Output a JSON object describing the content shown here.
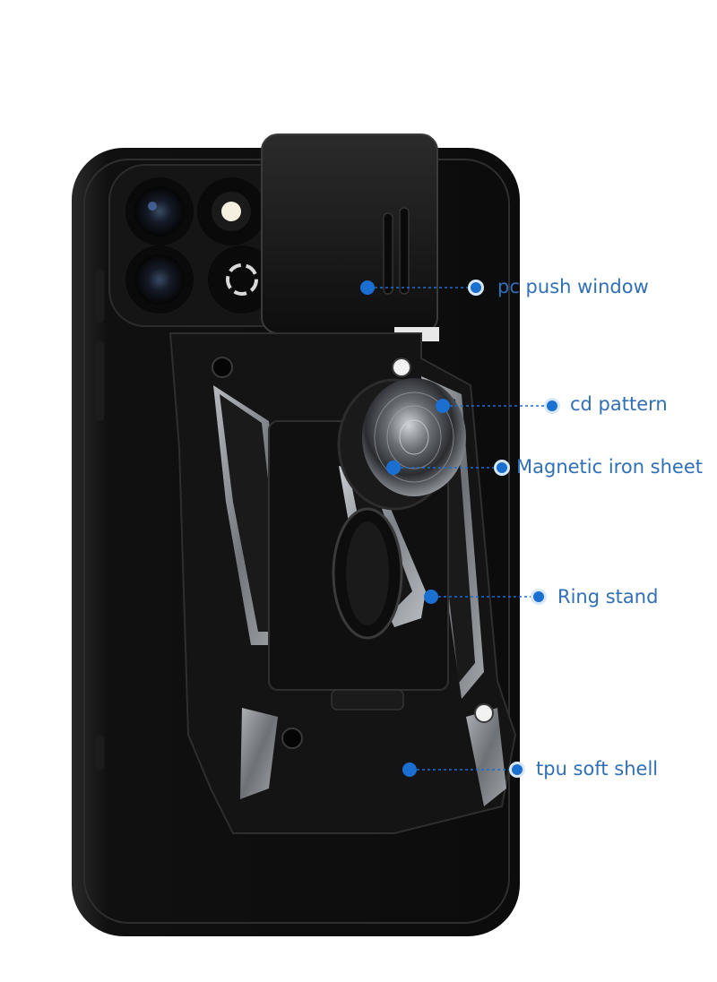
{
  "product": {
    "subject": "rugged black phone case with camera slide cover and ring stand",
    "colors": {
      "case": "#111111",
      "metal_trim": "#9a9ea3",
      "callout_accent": "#1a6fd1",
      "callout_text": "#2f6fb6"
    }
  },
  "callouts": [
    {
      "label": "pc push window"
    },
    {
      "label": "cd pattern"
    },
    {
      "label": "Magnetic iron sheet"
    },
    {
      "label": "Ring stand"
    },
    {
      "label": "tpu soft shell"
    }
  ]
}
